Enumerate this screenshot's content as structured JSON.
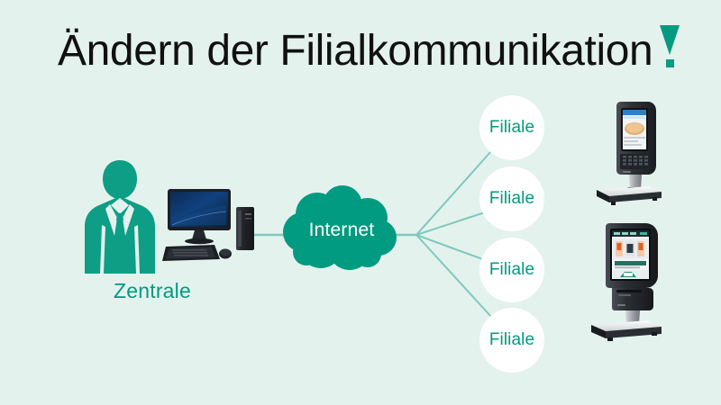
{
  "page": {
    "title": "Ändern der Filialkommunikation",
    "exclamation_mark": "!",
    "background_color": "#e4f2ee",
    "accent_color": "#009b80",
    "line_color": "#7fc9bb",
    "title_color": "#111111"
  },
  "diagram": {
    "headquarters": {
      "label": "Zentrale",
      "person_icon": "businessman-silhouette-icon",
      "computer_icon": "desktop-computer-icon"
    },
    "network": {
      "label": "Internet",
      "icon": "cloud-icon",
      "fill_color": "#009b80",
      "text_color": "#ffffff"
    },
    "branches": [
      {
        "label": "Filiale"
      },
      {
        "label": "Filiale"
      },
      {
        "label": "Filiale"
      },
      {
        "label": "Filiale"
      }
    ],
    "devices": [
      {
        "icon": "retail-scale-terminal-small-icon"
      },
      {
        "icon": "retail-scale-terminal-large-icon"
      }
    ]
  }
}
